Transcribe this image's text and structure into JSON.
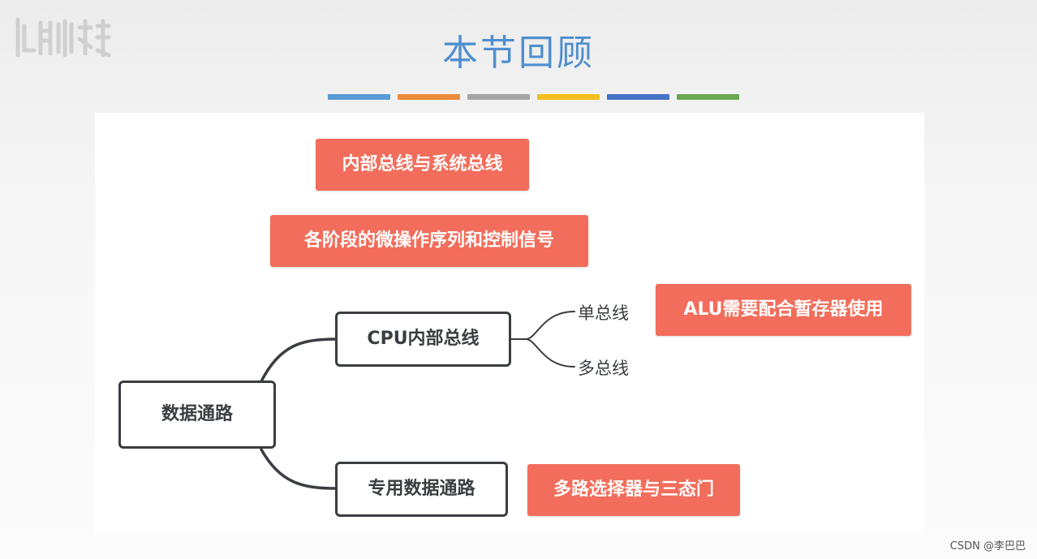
{
  "header": {
    "title": "本节回顾",
    "bar_colors": [
      "#5b9bd5",
      "#ed8b3c",
      "#a5a5a5",
      "#f4c01e",
      "#4472c4",
      "#6aa84f"
    ]
  },
  "topics": [
    "内部总线与系统总线",
    "各阶段的微操作序列和控制信号"
  ],
  "mindmap": {
    "root": "数据通路",
    "branches": [
      {
        "label": "CPU内部总线",
        "children": [
          "单总线",
          "多总线"
        ],
        "note": "ALU需要配合暂存器使用"
      },
      {
        "label": "专用数据通路",
        "note": "多路选择器与三态门"
      }
    ]
  },
  "colors": {
    "accent": "#f26d5b",
    "title": "#4f8fcf",
    "outline": "#3a3d42"
  },
  "watermark": "CSDN @李巴巴"
}
